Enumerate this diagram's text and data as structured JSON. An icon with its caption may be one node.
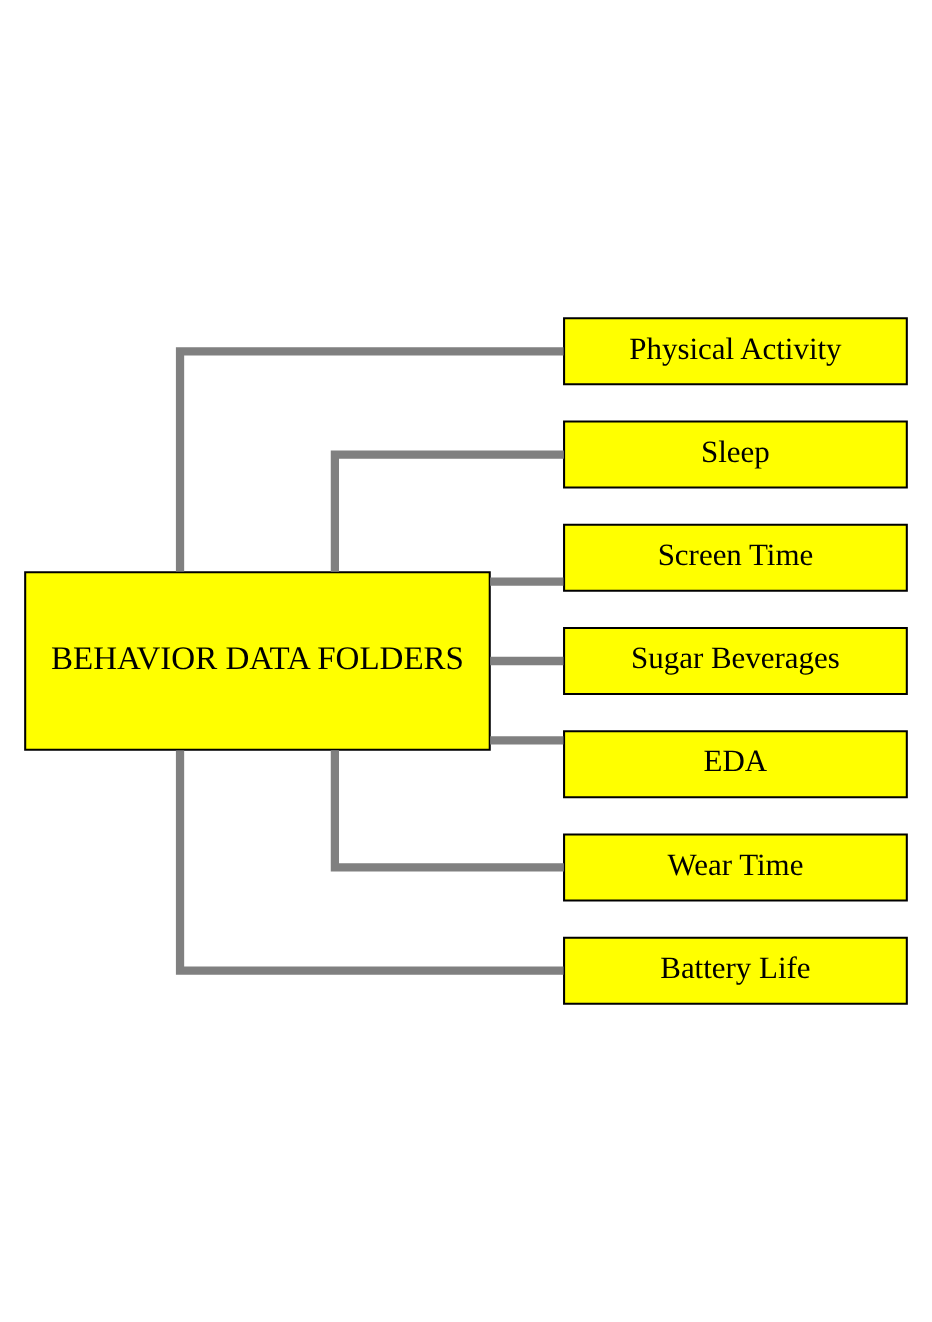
{
  "diagram": {
    "nodes": [
      {
        "text": [
          "BEHAVIOR DATA FOLDERS"
        ]
      },
      {
        "text": [
          "Physical Activity"
        ]
      },
      {
        "text": [
          "Sleep"
        ]
      },
      {
        "text": [
          "Screen Time"
        ]
      },
      {
        "text": [
          "Sugar Beverages"
        ]
      },
      {
        "text": [
          "EDA"
        ]
      },
      {
        "text": [
          "Wear Time"
        ]
      },
      {
        "text": [
          "Battery Life"
        ]
      }
    ],
    "edges": [
      {
        "from": 0,
        "to": 1,
        "arrow": "none"
      },
      {
        "from": 0,
        "to": 2,
        "arrow": "none"
      },
      {
        "from": 0,
        "to": 3,
        "arrow": "none"
      },
      {
        "from": 0,
        "to": 4,
        "arrow": "none"
      },
      {
        "from": 0,
        "to": 5,
        "arrow": "none"
      },
      {
        "from": 0,
        "to": 6,
        "arrow": "none"
      },
      {
        "from": 0,
        "to": 7,
        "arrow": "none"
      }
    ]
  }
}
